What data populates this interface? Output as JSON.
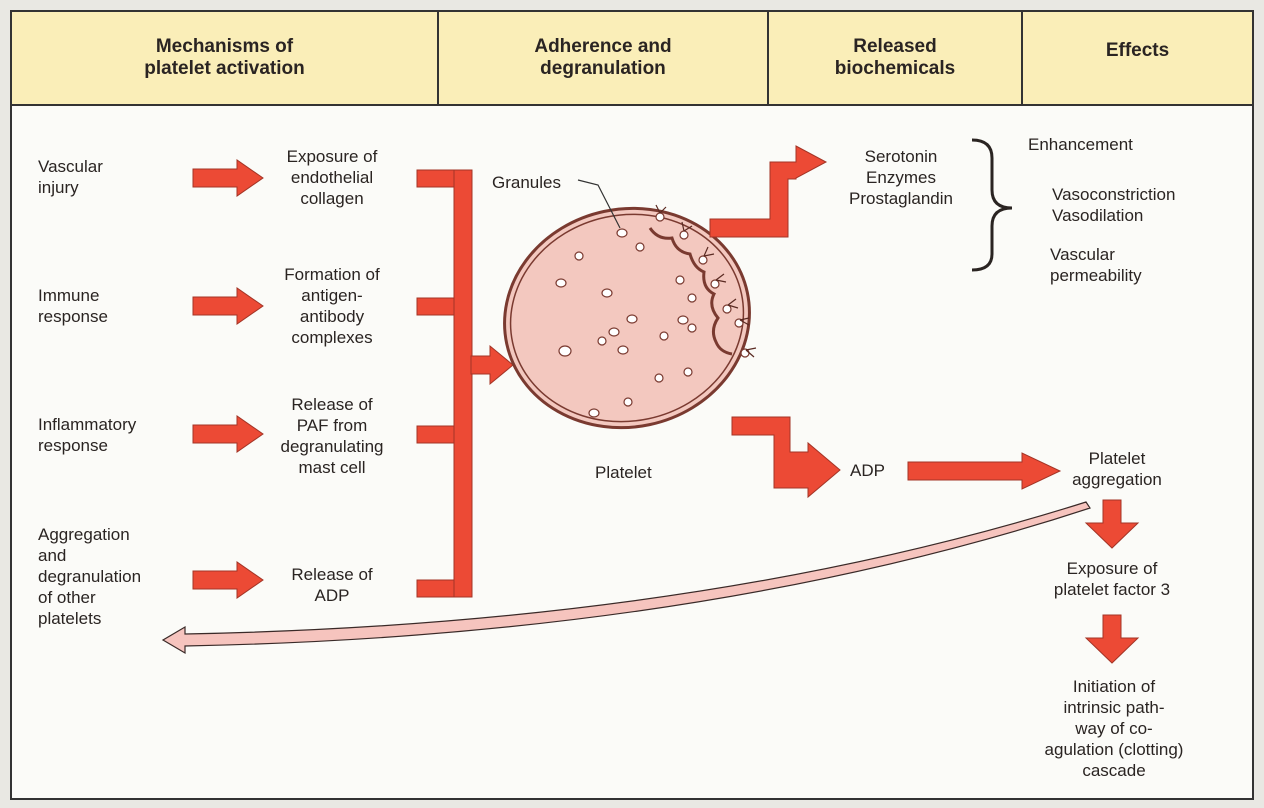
{
  "colors": {
    "header_bg": "#faeeb8",
    "arrow_fill": "#ec4a35",
    "platelet_fill": "#f3c8bf",
    "platelet_stroke": "#7a3a30"
  },
  "headers": {
    "mechanisms": "Mechanisms of\nplatelet activation",
    "adherence": "Adherence and\ndegranulation",
    "released": "Released\nbiochemicals",
    "effects": "Effects"
  },
  "mechanisms": [
    "Vascular\ninjury",
    "Immune\nresponse",
    "Inflammatory\nresponse",
    "Aggregation\nand\ndegranulation\nof other\nplatelets"
  ],
  "results": [
    "Exposure of\nendothelial\ncollagen",
    "Formation of\nantigen-\nantibody\ncomplexes",
    "Release of\nPAF from\ndegranulating\nmast cell",
    "Release of\nADP"
  ],
  "granules_label": "Granules",
  "platelet_label": "Platelet",
  "biochemicals": "Serotonin\nEnzymes\nProstaglandin",
  "effects": {
    "enhancement": "Enhancement",
    "vaso": "Vasoconstriction\nVasodilation",
    "permeability": "Vascular\npermeability"
  },
  "adp": "ADP",
  "aggregation": "Platelet\naggregation",
  "pf3": "Exposure of\nplatelet factor 3",
  "intrinsic": "Initiation of\nintrinsic path-\nway of co-\nagulation (clotting)\ncascade"
}
